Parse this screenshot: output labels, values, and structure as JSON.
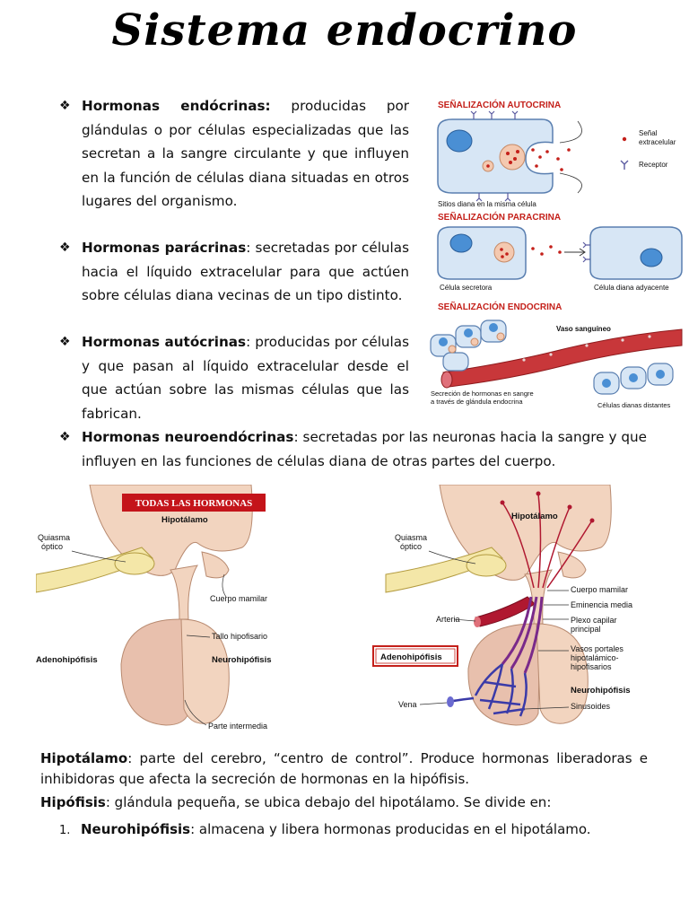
{
  "title": "Sistema endocrino",
  "bullets": [
    {
      "term": "Hormonas endócrinas:",
      "text": " producidas por glándulas o por células especializadas que las secretan a la sangre circulante y que influyen en la función de células diana situadas en otros lugares del organismo."
    },
    {
      "term": "Hormonas parácrinas",
      "text": ": secretadas por células hacia el líquido extracelular para que actúen sobre células diana vecinas de un tipo distinto."
    },
    {
      "term": "Hormonas autócrinas",
      "text": ": producidas por células y que pasan al líquido extracelular desde el que actúan sobre las mismas células que las fabrican."
    },
    {
      "term": "Hormonas neuroendócrinas",
      "text": ": secretadas por las neuronas hacia la sangre y que influyen en las funciones de células diana de otras partes del cuerpo."
    }
  ],
  "signaling_figure": {
    "autocrine_title": "SEÑALIZACIÓN AUTOCRINA",
    "autocrine_caption": "Sitios diana en la misma célula",
    "legend_signal": "Señal extracelular",
    "legend_receptor": "Receptor",
    "paracrine_title": "SEÑALIZACIÓN PARACRINA",
    "paracrine_left": "Célula secretora",
    "paracrine_right": "Célula diana adyacente",
    "endocrine_title": "SEÑALIZACIÓN ENDOCRINA",
    "vessel_label": "Vaso sanguíneo",
    "endocrine_caption": "Secreción de hormonas en sangre a través de glándula endocrina",
    "distant_cells": "Células dianas distantes"
  },
  "pituitary_left": {
    "banner": "TODAS LAS HORMONAS",
    "hypothalamus": "Hipotálamo",
    "chiasm": "Quiasma óptico",
    "mammillary": "Cuerpo mamilar",
    "stalk": "Tallo hipofisario",
    "adeno": "Adenohipófisis",
    "neuro": "Neurohipófisis",
    "intermediate": "Parte intermedia"
  },
  "pituitary_right": {
    "hypothalamus": "Hipotálamo",
    "chiasm": "Quiasma óptico",
    "mammillary": "Cuerpo mamilar",
    "median": "Eminencia media",
    "artery": "Arteria",
    "plexus": "Plexo capilar principal",
    "portal": "Vasos portales hipotalámico-hipofisarios",
    "adeno": "Adenohipófisis",
    "neuro": "Neurohipófisis",
    "vein": "Vena",
    "sinusoids": "Sinusoides"
  },
  "hypothalamus_def": {
    "term": "Hipotálamo",
    "text": ": parte del cerebro,  “centro de control”. Produce hormonas liberadoras e inhibidoras que afecta la secreción de hormonas en la hipófisis."
  },
  "hypophysis_def": {
    "term": "Hipófisis",
    "text": ": glándula pequeña, se ubica debajo del hipotálamo. Se divide en:"
  },
  "list": [
    {
      "num": "1.",
      "term": "Neurohipófisis",
      "text": ": almacena y libera hormonas producidas en el hipotálamo."
    }
  ],
  "colors": {
    "accent_red": "#c4201a",
    "tissue": "#f2d4bf",
    "cell_blue": "#d7e6f5",
    "portal_blue": "#3a3aa8",
    "portal_red": "#b01830"
  }
}
